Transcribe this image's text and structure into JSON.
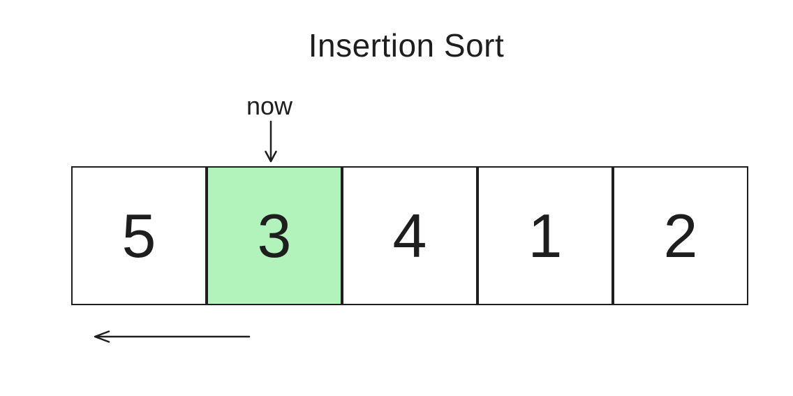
{
  "title": "Insertion Sort",
  "colors": {
    "stroke": "#1e1e1e",
    "highlight_fill": "#b2f2bb",
    "background": "#ffffff"
  },
  "pointer": {
    "label": "now",
    "icon": "arrow-down-icon",
    "target_index": 1
  },
  "array": {
    "cells": [
      {
        "value": "5",
        "highlighted": false
      },
      {
        "value": "3",
        "highlighted": true
      },
      {
        "value": "4",
        "highlighted": false
      },
      {
        "value": "1",
        "highlighted": false
      },
      {
        "value": "2",
        "highlighted": false
      }
    ]
  },
  "shift_arrow": {
    "icon": "arrow-left-icon",
    "direction": "left"
  }
}
